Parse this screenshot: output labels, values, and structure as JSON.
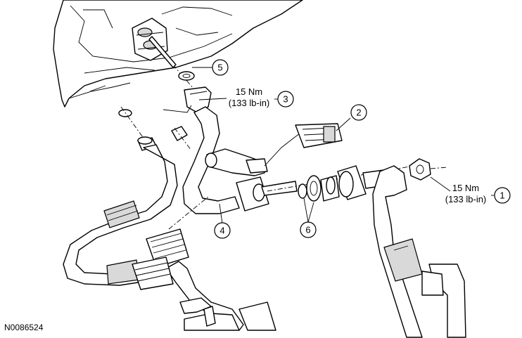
{
  "figure_id": "N0086524",
  "callouts": [
    {
      "number": "1",
      "torque": "15 Nm",
      "torque_alt": "(133 lb-in)"
    },
    {
      "number": "2"
    },
    {
      "number": "3",
      "torque": "15 Nm",
      "torque_alt": "(133 lb-in)"
    },
    {
      "number": "4"
    },
    {
      "number": "5"
    },
    {
      "number": "6"
    }
  ]
}
